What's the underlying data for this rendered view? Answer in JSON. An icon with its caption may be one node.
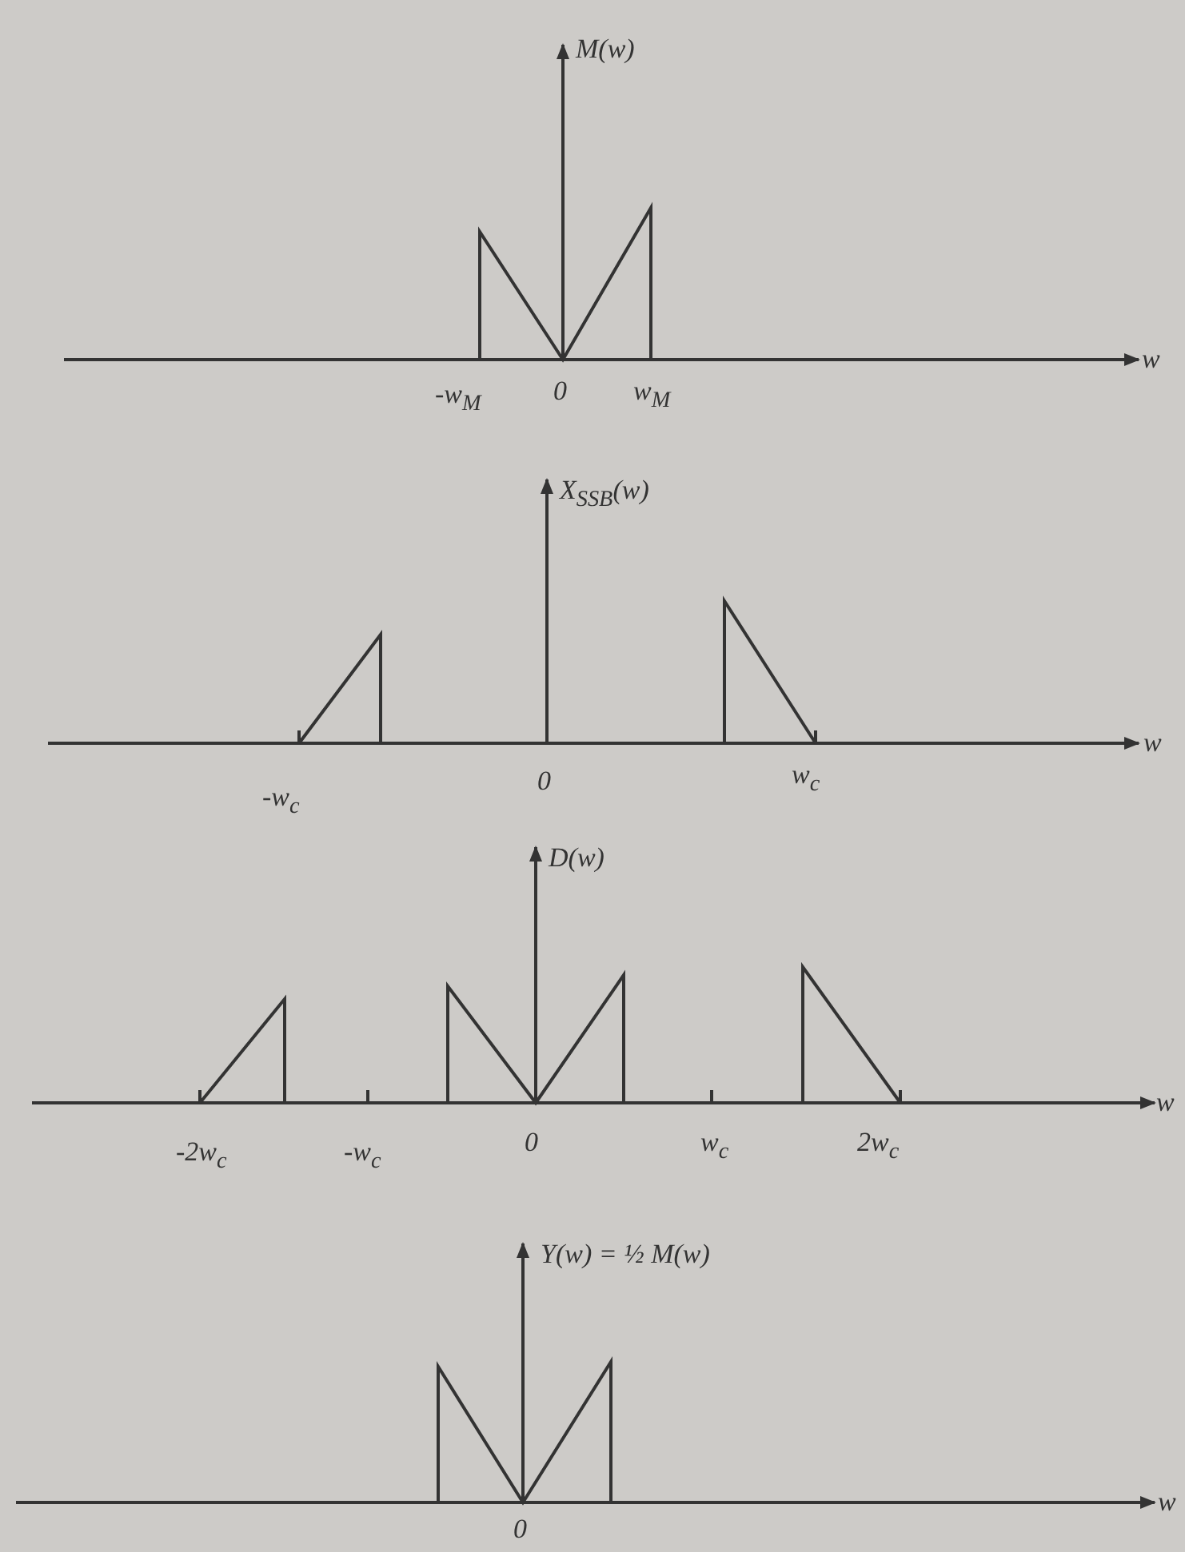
{
  "diagram": {
    "labels": [
      "M(w)",
      "w",
      "-w$_{M}$",
      "0",
      "w$_{M}$",
      "X$_{SSB}$(w)",
      "w",
      "-w$_{c}$",
      "0",
      "w$_{c}$",
      "D(w)",
      "w",
      "-2w$_{c}$",
      "-w$_{c}$",
      "0",
      "w$_{c}$",
      "2w$_{c}$",
      "Y(w) = ½ M(w)",
      "w",
      "0"
    ]
  }
}
